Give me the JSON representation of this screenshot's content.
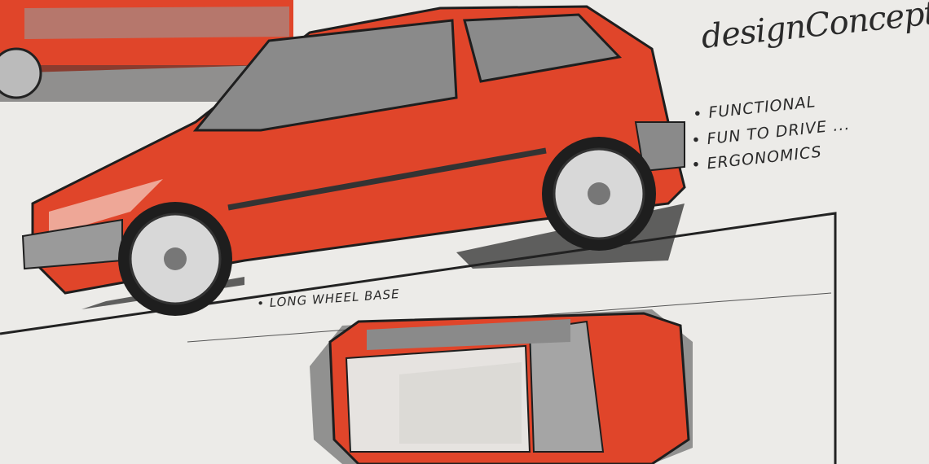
{
  "title": "designConcept",
  "features": [
    "• FUNCTIONAL",
    "• FUN TO DRIVE ...",
    "• ERGONOMICS"
  ],
  "annotation": "• LONG WHEEL BASE",
  "colors": {
    "paper": "#ecebe8",
    "body_red": "#e0452a",
    "ink": "#1e1e1e",
    "grey": "#8a8a8a"
  }
}
